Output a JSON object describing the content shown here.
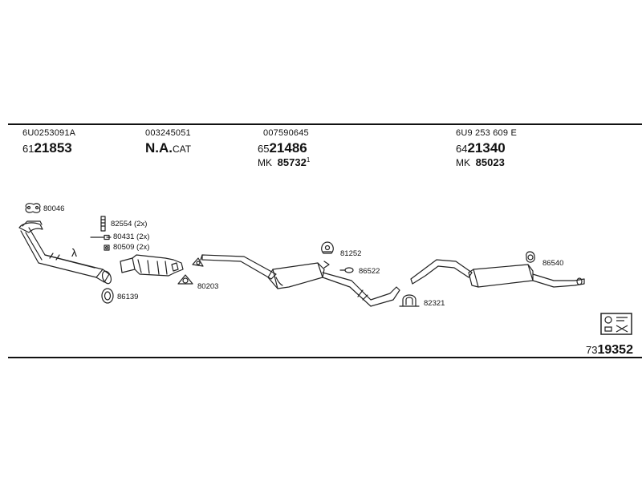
{
  "groups": [
    {
      "oem": "6U0253091A",
      "prefix": "61",
      "number": "21853",
      "suffix": ""
    },
    {
      "oem": "003245051",
      "prefix": "",
      "number": "N.A.",
      "suffix": "CAT"
    },
    {
      "oem": "007590645",
      "prefix": "65",
      "number": "21486",
      "mk_label": "MK",
      "mk_number": "85732",
      "mk_sup": "1"
    },
    {
      "oem": "6U9 253 609 E",
      "prefix": "64",
      "number": "21340",
      "mk_label": "MK",
      "mk_number": "85023"
    }
  ],
  "lambda": "λ",
  "parts": {
    "p80046": "80046",
    "p82554": "82554 (2x)",
    "p80431": "80431 (2x)",
    "p80509": "80509 (2x)",
    "p86139": "86139",
    "p80203": "80203",
    "p81252": "81252",
    "p86522": "86522",
    "p82321": "82321",
    "p86540": "86540"
  },
  "footer": {
    "prefix": "73",
    "number": "19352"
  }
}
